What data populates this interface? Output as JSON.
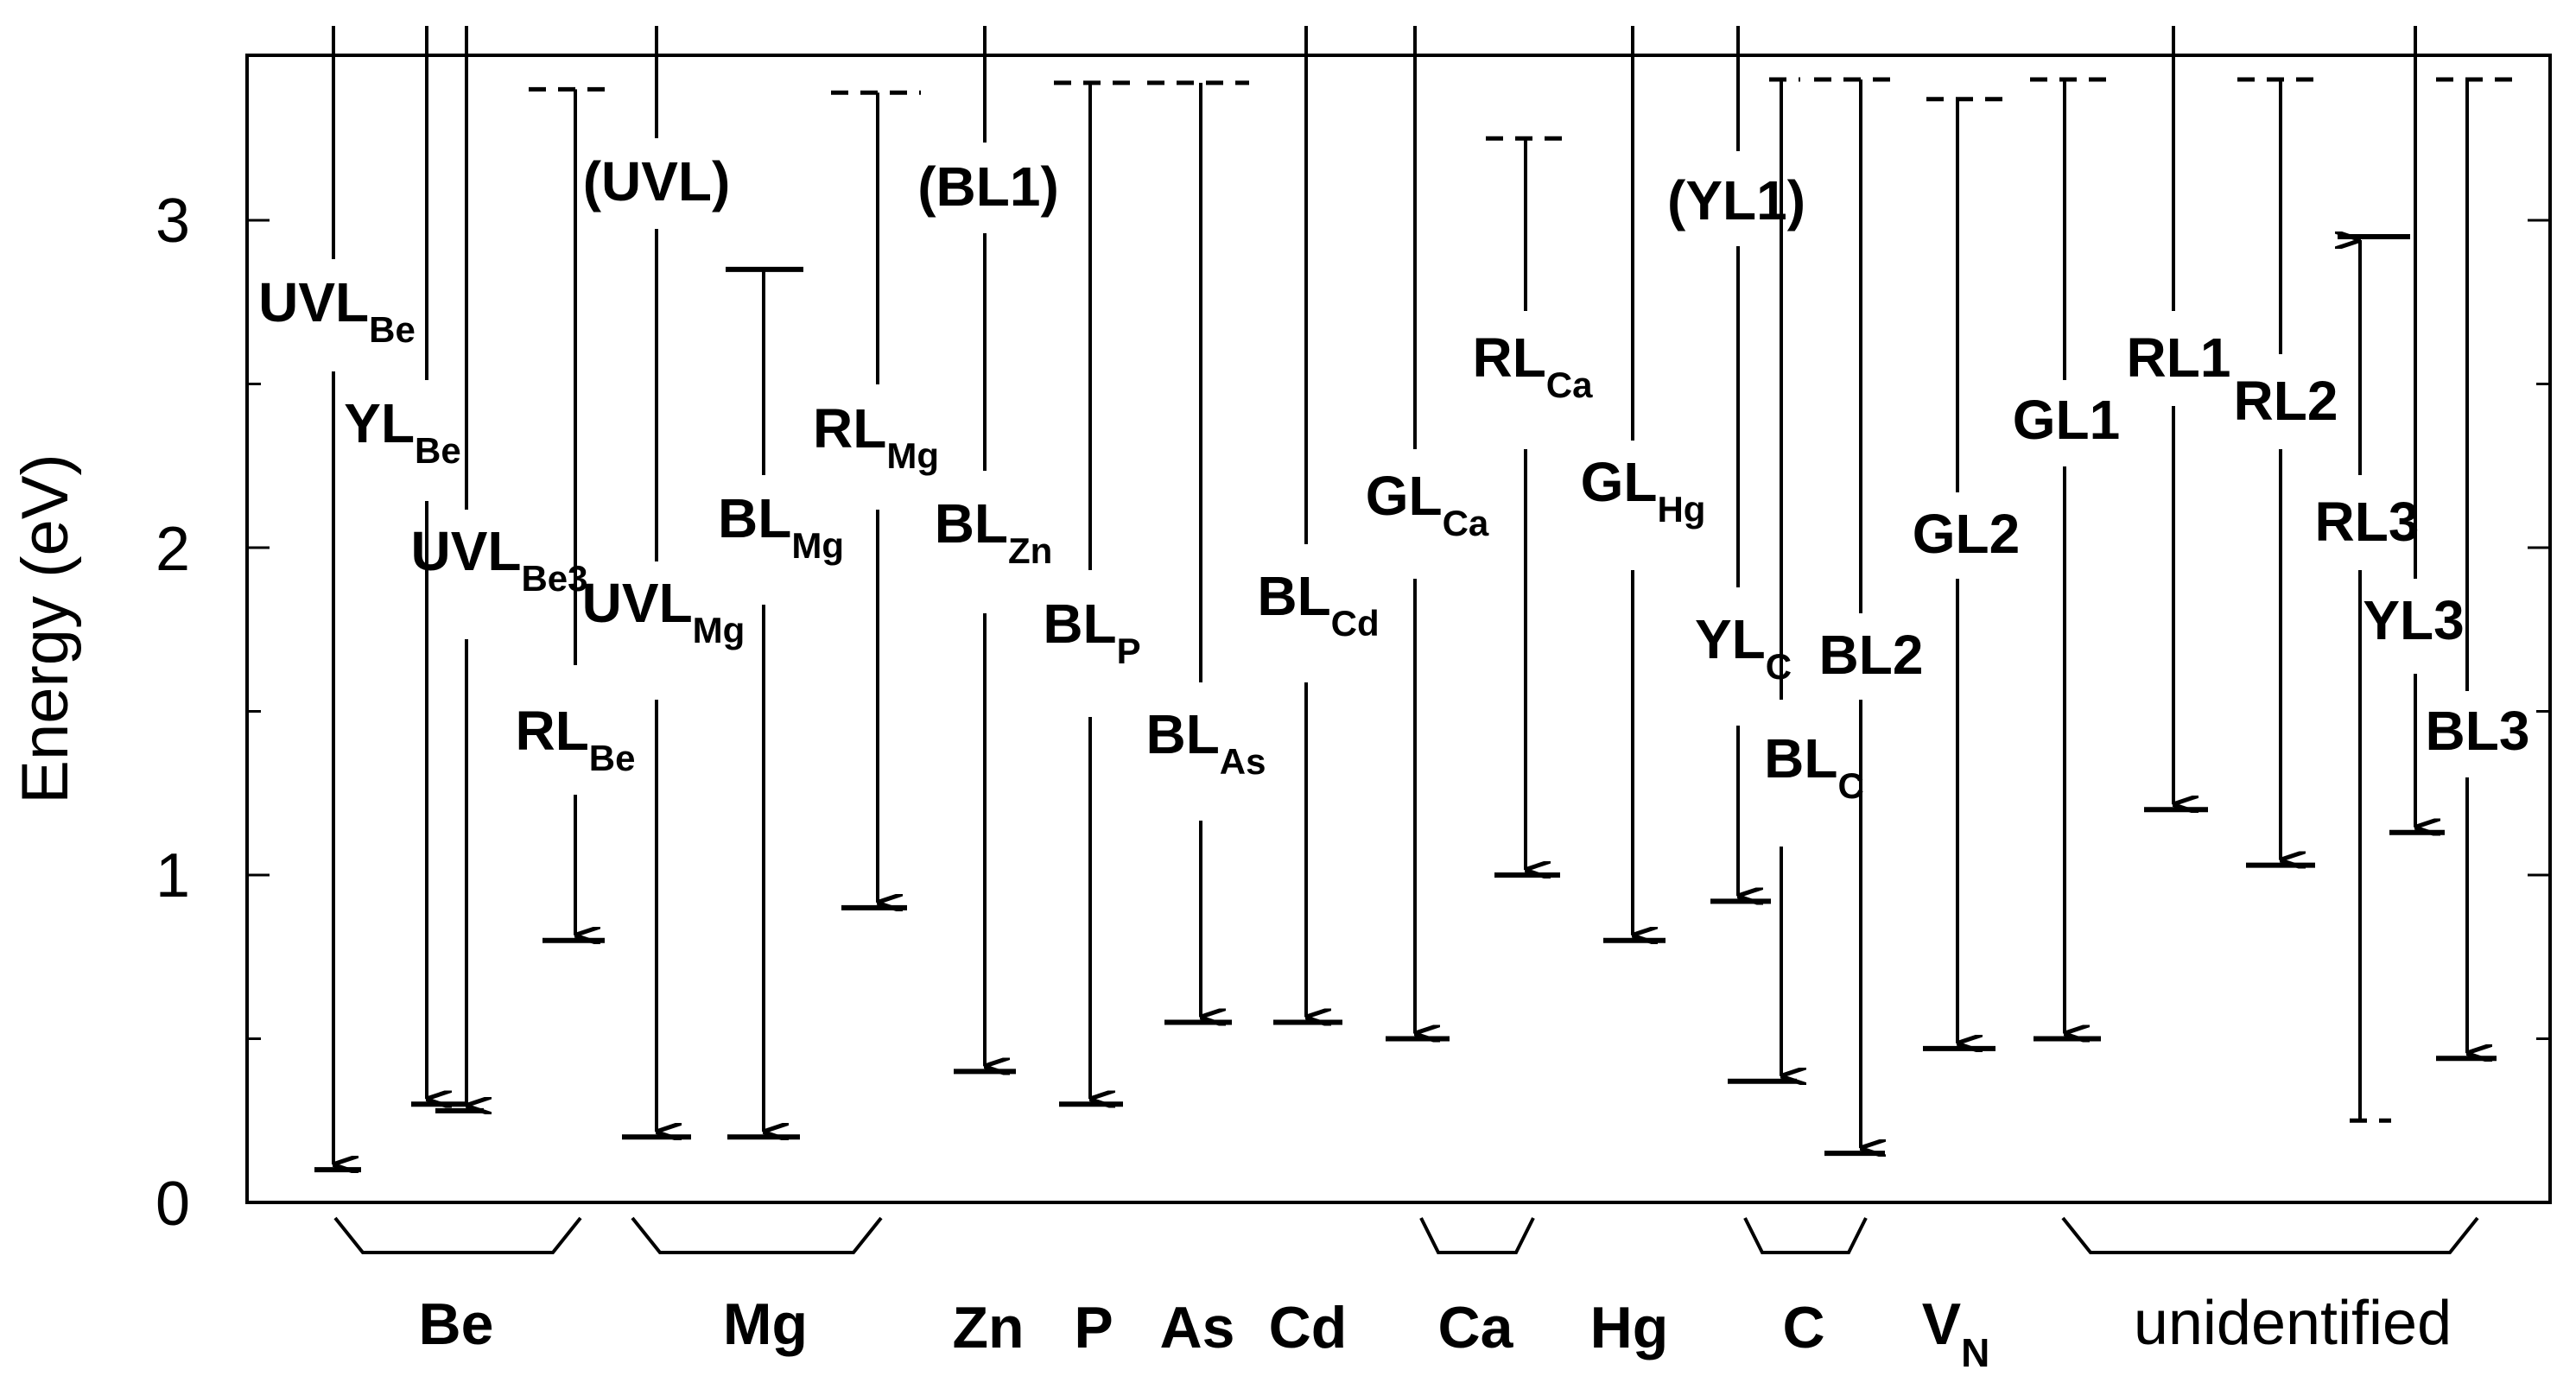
{
  "axis": {
    "ylabel": "Energy (eV)",
    "ylim": [
      0,
      3.5
    ],
    "ticks": [
      "0",
      "1",
      "2",
      "3"
    ]
  },
  "transitions": [
    {
      "id": "uvl-be",
      "label": "UVL",
      "sub": "Be",
      "top": 3.6,
      "bottom": 0.1,
      "dashed_top": false
    },
    {
      "id": "yl-be",
      "label": "YL",
      "sub": "Be",
      "top": 3.6,
      "bottom": 0.3,
      "dashed_top": false
    },
    {
      "id": "uvl-be3",
      "label": "UVL",
      "sub": "Be3",
      "top": 3.6,
      "bottom": 0.28,
      "dashed_top": false
    },
    {
      "id": "rl-be",
      "label": "RL",
      "sub": "Be",
      "top": 3.4,
      "bottom": 0.8,
      "dashed_top": true
    },
    {
      "id": "uvl-mg",
      "label": "UVL",
      "sub": "Mg",
      "top": 3.6,
      "bottom": 0.2,
      "dashed_top": false,
      "alt_label": "(UVL)"
    },
    {
      "id": "bl-mg",
      "label": "BL",
      "sub": "Mg",
      "top": 2.85,
      "bottom": 0.2,
      "dashed_top": false,
      "top_level": true
    },
    {
      "id": "rl-mg",
      "label": "RL",
      "sub": "Mg",
      "top": 3.39,
      "bottom": 0.9,
      "dashed_top": true
    },
    {
      "id": "bl-zn",
      "label": "BL",
      "sub": "Zn",
      "top": 3.6,
      "bottom": 0.4,
      "dashed_top": false,
      "alt_label": "(BL1)"
    },
    {
      "id": "bl-p",
      "label": "BL",
      "sub": "P",
      "top": 3.42,
      "bottom": 0.3,
      "dashed_top": true
    },
    {
      "id": "bl-as",
      "label": "BL",
      "sub": "As",
      "top": 3.42,
      "bottom": 0.55,
      "dashed_top": true
    },
    {
      "id": "bl-cd",
      "label": "BL",
      "sub": "Cd",
      "top": 3.6,
      "bottom": 0.55,
      "dashed_top": false
    },
    {
      "id": "gl-ca",
      "label": "GL",
      "sub": "Ca",
      "top": 3.6,
      "bottom": 0.5,
      "dashed_top": false
    },
    {
      "id": "rl-ca",
      "label": "RL",
      "sub": "Ca",
      "top": 3.25,
      "bottom": 1.0,
      "dashed_top": true
    },
    {
      "id": "gl-hg",
      "label": "GL",
      "sub": "Hg",
      "top": 3.6,
      "bottom": 0.8,
      "dashed_top": false
    },
    {
      "id": "yl-c",
      "label": "YL",
      "sub": "C",
      "top": 3.6,
      "bottom": 0.92,
      "dashed_top": false,
      "alt_label": "(YL1)"
    },
    {
      "id": "bl-c",
      "label": "BL",
      "sub": "C",
      "top": 3.43,
      "bottom": 0.37,
      "dashed_top": true
    },
    {
      "id": "bl2",
      "label": "BL2",
      "sub": "",
      "top": 3.43,
      "bottom": 0.15,
      "dashed_top": true
    },
    {
      "id": "gl2",
      "label": "GL2",
      "sub": "",
      "top": 3.37,
      "bottom": 0.47,
      "dashed_top": true
    },
    {
      "id": "gl1",
      "label": "GL1",
      "sub": "",
      "top": 3.43,
      "bottom": 0.5,
      "dashed_top": true
    },
    {
      "id": "rl1",
      "label": "RL1",
      "sub": "",
      "top": 3.6,
      "bottom": 1.2,
      "dashed_top": false
    },
    {
      "id": "rl2",
      "label": "RL2",
      "sub": "",
      "top": 3.43,
      "bottom": 1.03,
      "dashed_top": true
    },
    {
      "id": "rl3",
      "label": "RL3",
      "sub": "",
      "top": 2.95,
      "bottom": 0.25,
      "dashed_top": false,
      "upward": true
    },
    {
      "id": "yl3",
      "label": "YL3",
      "sub": "",
      "top": 3.6,
      "bottom": 1.13,
      "dashed_top": false
    },
    {
      "id": "bl3",
      "label": "BL3",
      "sub": "",
      "top": 3.43,
      "bottom": 0.44,
      "dashed_top": true
    }
  ],
  "groups": [
    {
      "label": "Be",
      "sub": ""
    },
    {
      "label": "Mg",
      "sub": ""
    },
    {
      "label": "Zn",
      "sub": ""
    },
    {
      "label": "P",
      "sub": ""
    },
    {
      "label": "As",
      "sub": ""
    },
    {
      "label": "Cd",
      "sub": ""
    },
    {
      "label": "Ca",
      "sub": ""
    },
    {
      "label": "Hg",
      "sub": ""
    },
    {
      "label": "C",
      "sub": ""
    },
    {
      "label": "V",
      "sub": "N"
    },
    {
      "label": "unidentified",
      "sub": ""
    }
  ]
}
